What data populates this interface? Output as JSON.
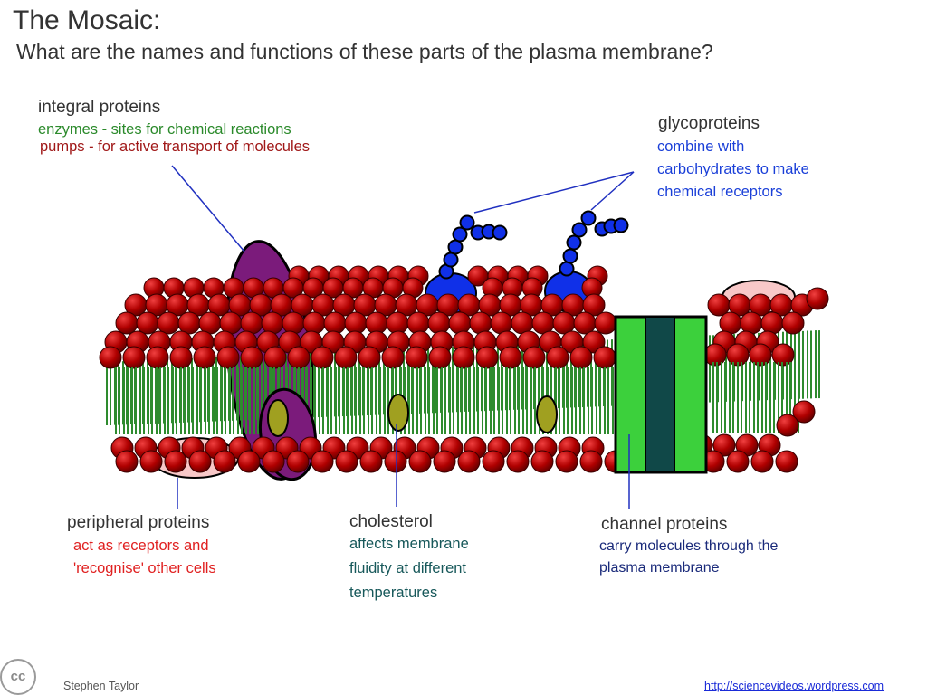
{
  "title": "The Mosaic:",
  "subtitle": "What are the names and functions of these parts of the plasma membrane?",
  "labels": {
    "integral": {
      "name": "integral proteins",
      "line1": "enzymes - sites for chemical reactions",
      "line2": "pumps - for active transport of molecules"
    },
    "glyco": {
      "name": "glycoproteins",
      "line1": "combine with",
      "line2": "carbohydrates to make",
      "line3": "chemical receptors"
    },
    "peripheral": {
      "name": "peripheral proteins",
      "line1": "act as receptors and",
      "line2": "'recognise' other cells"
    },
    "cholesterol": {
      "name": "cholesterol",
      "line1": "affects membrane",
      "line2": "fluidity at different",
      "line3": "temperatures"
    },
    "channel": {
      "name": "channel proteins",
      "line1": "carry molecules through the",
      "line2": "plasma membrane"
    }
  },
  "footer": {
    "author": "Stephen Taylor",
    "link": "http://sciencevideos.wordpress.com",
    "cc": "cc"
  },
  "colors": {
    "phosphate_head": "#c01010",
    "tail": "#2e8b2e",
    "integral_protein": "#7b1b7b",
    "glycoprotein": "#1030e8",
    "peripheral_protein": "#f8c8c8",
    "cholesterol": "#a0a020",
    "channel_protein": "#3cd03c",
    "channel_pore": "#104848",
    "pointer_line": "#2030c0"
  }
}
